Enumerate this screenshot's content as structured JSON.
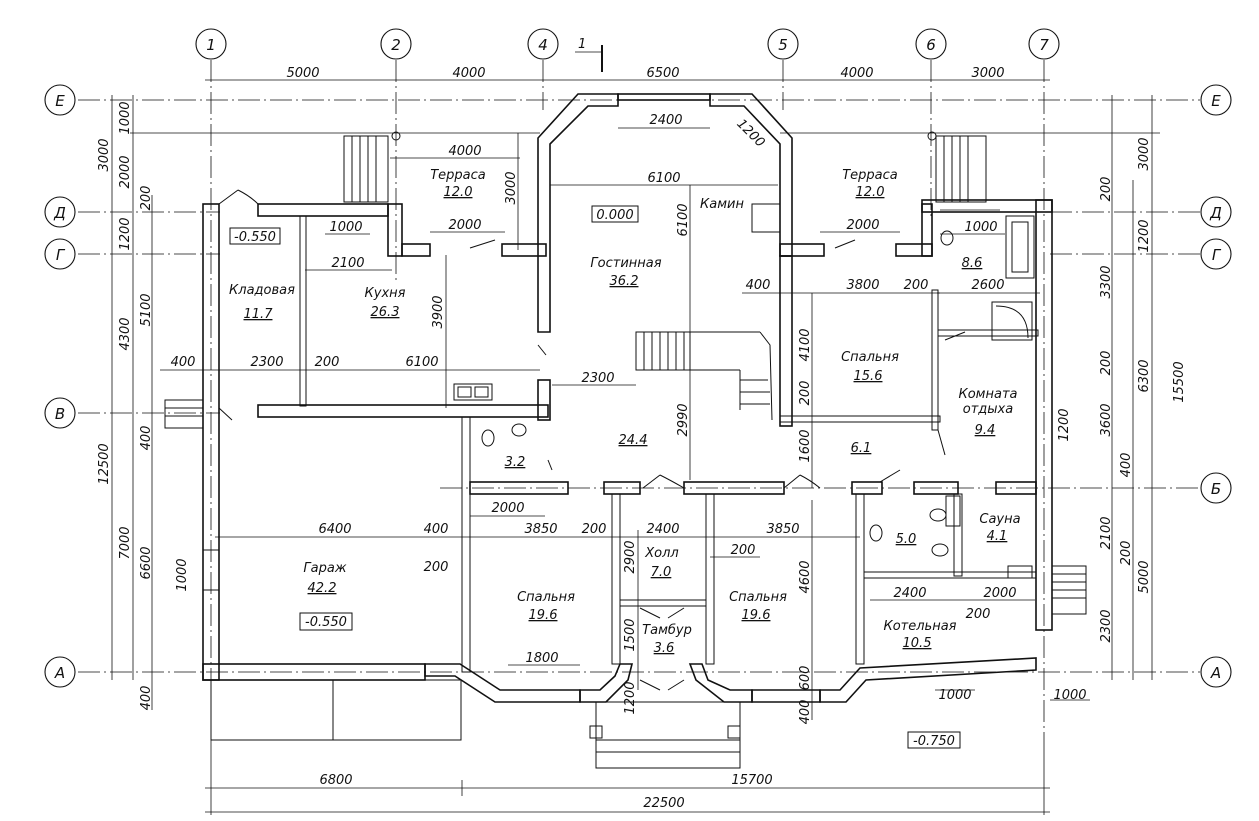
{
  "axes": {
    "columns": [
      "1",
      "2",
      "4",
      "5",
      "6",
      "7"
    ],
    "rows": [
      "Е",
      "Д",
      "Г",
      "В",
      "Б",
      "А"
    ],
    "section_mark": "1"
  },
  "dims_top": [
    "5000",
    "4000",
    "6500",
    "4000",
    "3000"
  ],
  "dims_bottom": [
    "6800",
    "15700",
    "22500"
  ],
  "dims_left": [
    "1000",
    "3000",
    "2000",
    "200",
    "1200",
    "5100",
    "4300",
    "400",
    "12500",
    "7000",
    "6600",
    "1000",
    "400"
  ],
  "dims_right": [
    "3000",
    "200",
    "1200",
    "3300",
    "6300",
    "200",
    "15500",
    "3600",
    "1200",
    "400",
    "2100",
    "200",
    "5000",
    "2300"
  ],
  "dims_inner": [
    "2400",
    "1200",
    "4000",
    "3000",
    "6100",
    "6100",
    "2000",
    "1000",
    "2100",
    "2000",
    "1000",
    "3900",
    "400",
    "3800",
    "200",
    "2600",
    "400",
    "2300",
    "200",
    "6100",
    "2300",
    "4100",
    "200",
    "2990",
    "1600",
    "2000",
    "6400",
    "400",
    "3850",
    "200",
    "2400",
    "3850",
    "200",
    "2900",
    "200",
    "4600",
    "1500",
    "1800",
    "1200",
    "600",
    "400",
    "2400",
    "2000",
    "200",
    "1000",
    "1000"
  ],
  "levels": [
    "0.000",
    "-0.550",
    "-0.550",
    "-0.750"
  ],
  "rooms": [
    {
      "name": "Терраса",
      "area": "12.0"
    },
    {
      "name": "Гостинная",
      "area": "36.2"
    },
    {
      "name": "Терраса",
      "area": "12.0"
    },
    {
      "name": "Камин",
      "area": ""
    },
    {
      "name": "Кладовая",
      "area": "11.7"
    },
    {
      "name": "Кухня",
      "area": "26.3"
    },
    {
      "name": "",
      "area": "8.6"
    },
    {
      "name": "Спальня",
      "area": "15.6"
    },
    {
      "name": "Комната отдыха",
      "area": "9.4"
    },
    {
      "name": "",
      "area": "3.2"
    },
    {
      "name": "",
      "area": "24.4"
    },
    {
      "name": "",
      "area": "6.1"
    },
    {
      "name": "Гараж",
      "area": "42.2"
    },
    {
      "name": "Холл",
      "area": "7.0"
    },
    {
      "name": "Сауна",
      "area": "4.1"
    },
    {
      "name": "",
      "area": "5.0"
    },
    {
      "name": "Спальня",
      "area": "19.6"
    },
    {
      "name": "Спальня",
      "area": "19.6"
    },
    {
      "name": "Тамбур",
      "area": "3.6"
    },
    {
      "name": "Котельная",
      "area": "10.5"
    }
  ]
}
